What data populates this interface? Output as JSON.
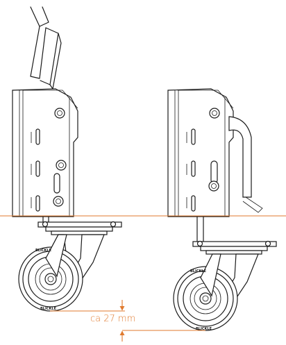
{
  "measurement": {
    "label": "ca 27 mm"
  },
  "wheel_text": {
    "left_top": "BLICKLE",
    "left_bottom": "BLICKLE",
    "right_top": "BLICKLE",
    "right_bottom": "BLICKLE"
  },
  "colors": {
    "accent": "#e07a2e",
    "line": "#1a1a1a"
  }
}
